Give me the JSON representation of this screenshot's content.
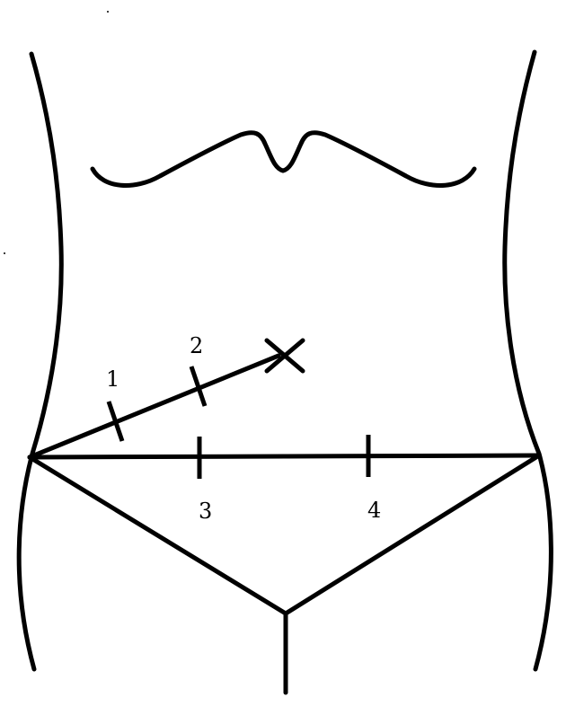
{
  "labels": {
    "mark_1": "1",
    "mark_2": "2",
    "mark_3": "3",
    "mark_4": "4"
  },
  "colors": {
    "line": "#000000",
    "background": "#ffffff"
  }
}
